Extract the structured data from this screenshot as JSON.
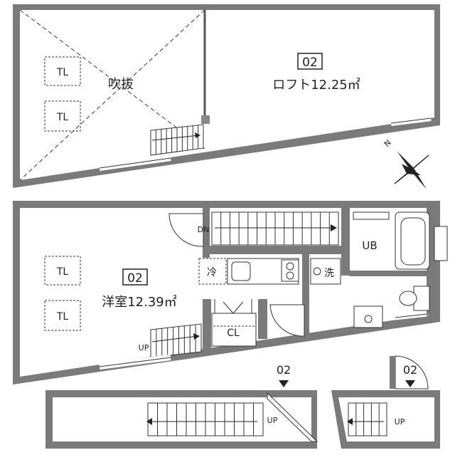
{
  "loft": {
    "unit_label": "02",
    "room_label": "ロフト12.25㎡",
    "void_label": "吹抜",
    "tl_labels": [
      "TL",
      "TL"
    ]
  },
  "main": {
    "unit_label": "02",
    "room_label": "洋室12.39㎡",
    "tl_labels": [
      "TL",
      "TL"
    ],
    "stair_dn": "DN",
    "stair_up": "UP",
    "fridge": "冷",
    "washer": "洗",
    "bath": "UB",
    "closet": "CL"
  },
  "lower": {
    "left_unit": "02",
    "right_unit": "02",
    "left_up": "UP",
    "right_up": "UP"
  },
  "compass": {
    "north": "N"
  }
}
